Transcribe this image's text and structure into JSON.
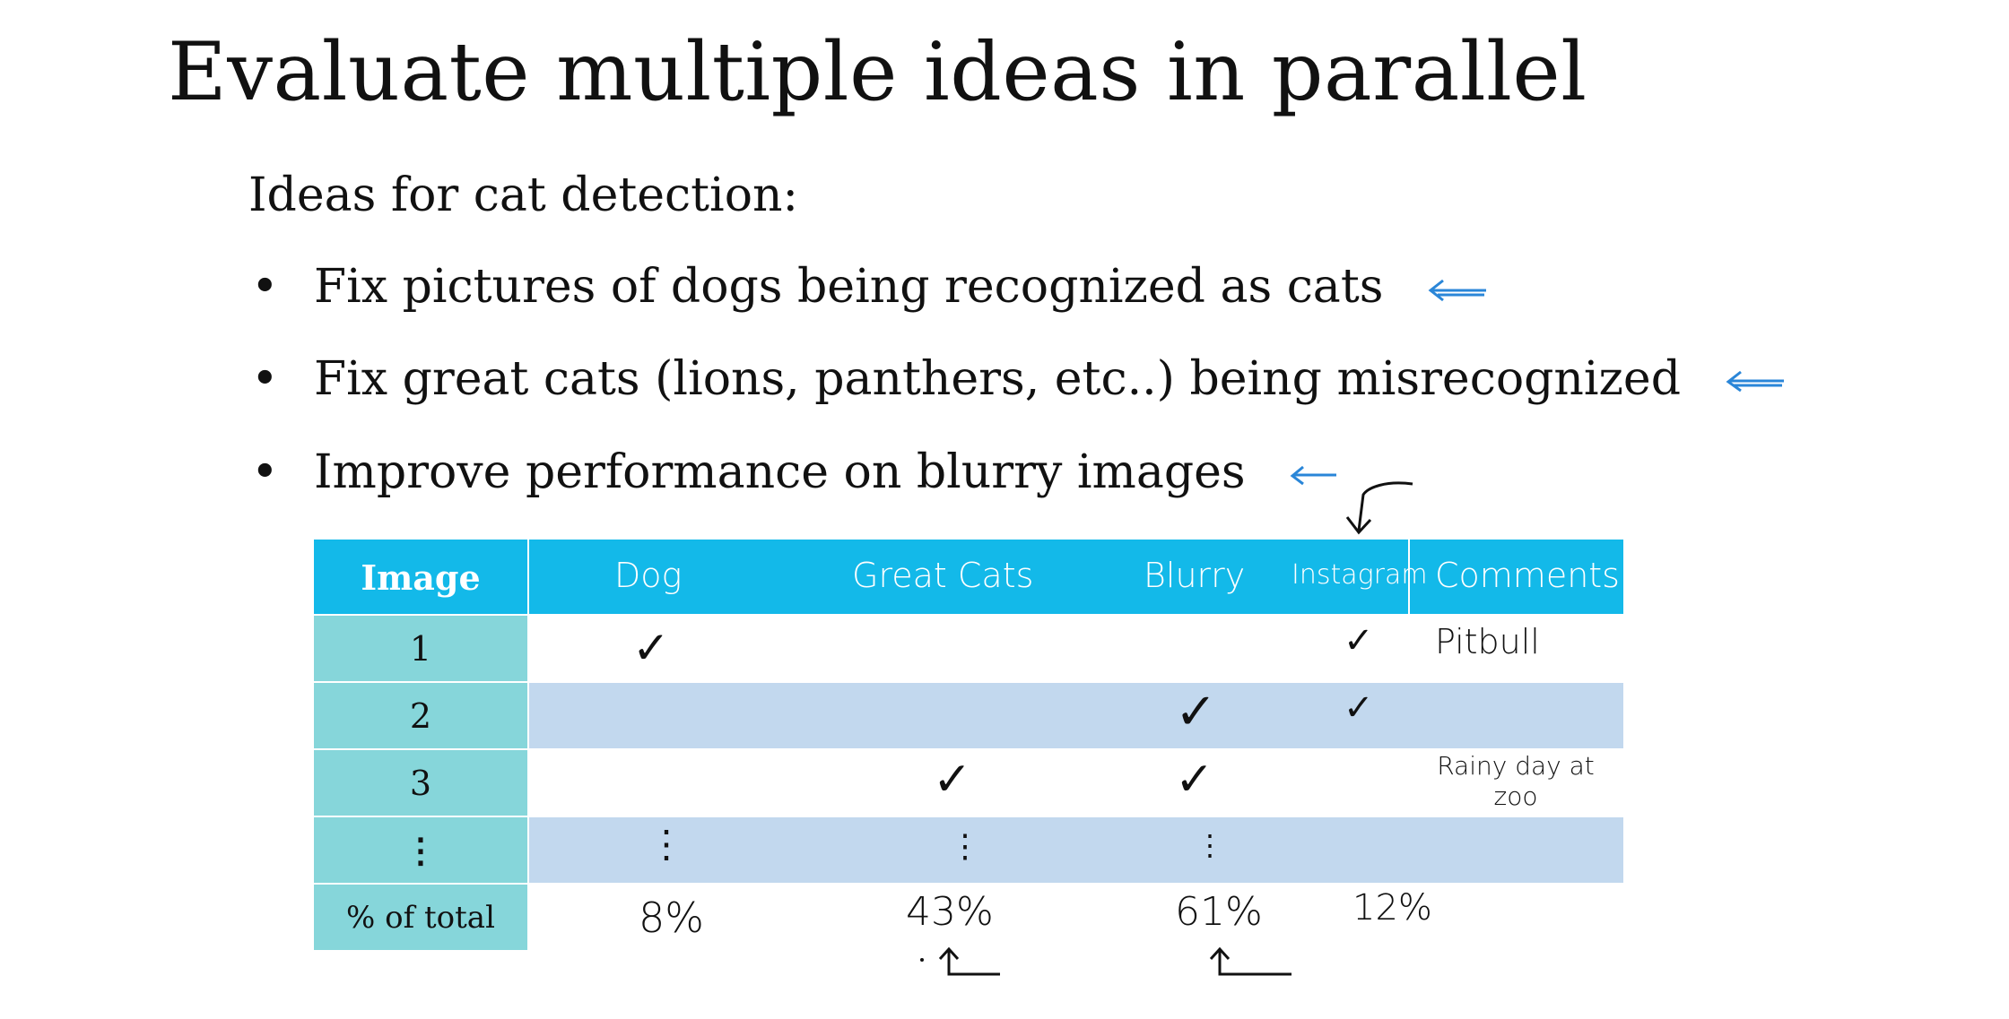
{
  "title": "Evaluate multiple ideas in parallel",
  "subtitle": "Ideas for cat detection:",
  "bullets": [
    {
      "text": "Fix pictures of dogs being recognized as cats"
    },
    {
      "text": "Fix great cats (lions, panthers, etc..) being misrecognized"
    },
    {
      "text": "Improve performance on blurry images"
    }
  ],
  "bullet_symbol": "•",
  "colors": {
    "header": "#13b9e9",
    "first_col": "#86d6da",
    "stripe": "#c2d8ee",
    "arrow": "#2a86d8"
  },
  "table": {
    "headers": [
      "Image",
      "Dog",
      "Great Cats",
      "Blurry",
      "Instagram",
      "Comments"
    ],
    "rows": [
      {
        "label": "1",
        "dog": true,
        "great_cats": false,
        "blurry": false,
        "instagram": true,
        "comment": "Pitbull"
      },
      {
        "label": "2",
        "dog": false,
        "great_cats": false,
        "blurry": true,
        "instagram": true,
        "comment": ""
      },
      {
        "label": "3",
        "dog": false,
        "great_cats": true,
        "blurry": true,
        "instagram": false,
        "comment": "Rainy day at zoo"
      },
      {
        "label": "⋮",
        "dog": "⋮",
        "great_cats": "⋮",
        "blurry": "⋮",
        "instagram": "",
        "comment": ""
      }
    ],
    "total_label": "% of total",
    "totals": [
      "8%",
      "43%",
      "61%",
      "12%"
    ]
  },
  "check_symbol": "✓",
  "ellipsis": "⋮"
}
